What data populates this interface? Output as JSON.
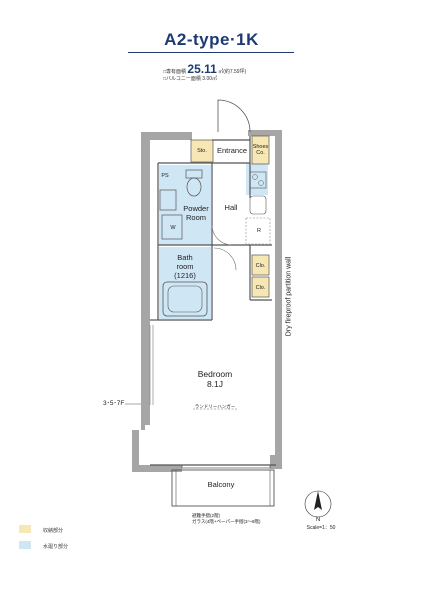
{
  "header": {
    "title": "A2-type·1K",
    "area_label": "□専有面積",
    "area_value": "25.11",
    "area_unit": "㎡(約7.59坪)",
    "balcony_area": "□バルコニー面積 3.00㎡"
  },
  "rooms": {
    "entrance": "Entrance",
    "sto": "Sto.",
    "shoes_co_1": "Shoes",
    "shoes_co_2": "Co.",
    "ps": "PS",
    "powder_room_1": "Powder",
    "powder_room_2": "Room",
    "w": "W",
    "hall": "Hall",
    "r": "R",
    "bath_1": "Bath",
    "bath_2": "room",
    "bath_3": "(1216)",
    "clo_1": "Clo.",
    "clo_2": "Clo.",
    "bedroom": "Bedroom",
    "bedroom_size": "8.1J",
    "laundry_hanger": "ランドリーハンガー",
    "balcony": "Balcony",
    "wall": "Dry fireproof partition wall",
    "floors": "3･5･7F",
    "note_1": "避難手摺(2階)",
    "note_2": "ガラス(4階+ペーパー手摺(3～8階)",
    "compass_n": "N",
    "scale": "Scale=1：50"
  },
  "legend": [
    {
      "color": "#f7e7b4",
      "label": "収納部分"
    },
    {
      "color": "#cfe6f4",
      "label": "水廻り部分"
    }
  ],
  "colors": {
    "storage": "#f7e7b4",
    "water": "#cfe6f4",
    "wall": "#a6a6a6",
    "title": "#1d3a73"
  }
}
